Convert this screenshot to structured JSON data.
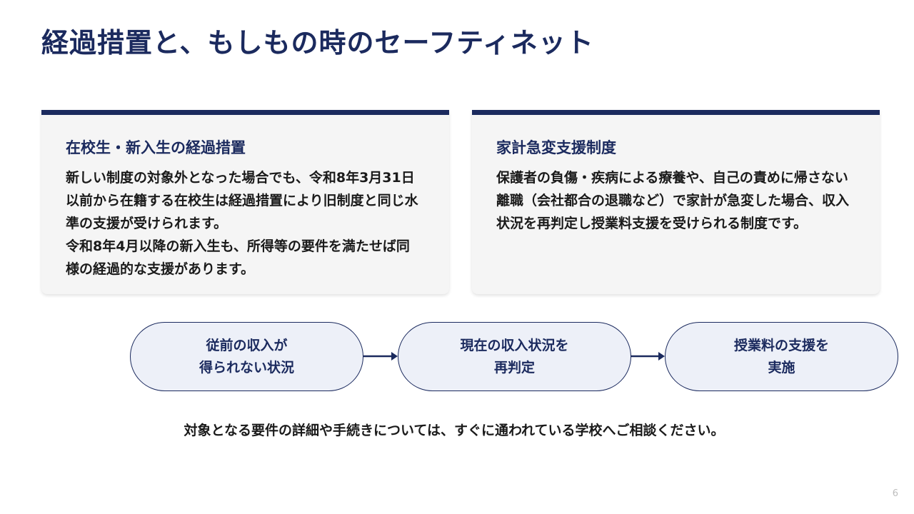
{
  "title": "経過措置と、もしもの時のセーフティネット",
  "cards": [
    {
      "title": "在校生・新入生の経過措置",
      "body": [
        "新しい制度の対象外となった場合でも、令和8年3月31日以前から在籍する在校生は経過措置により旧制度と同じ水準の支援が受けられます。",
        "令和8年4月以降の新入生も、所得等の要件を満たせば同様の経過的な支援があります。"
      ]
    },
    {
      "title": "家計急変支援制度",
      "body": [
        "保護者の負傷・疾病による療養や、自己の責めに帰さない離職（会社都合の退職など）で家計が急変した場合、収入状況を再判定し授業料支援を受けられる制度です。"
      ]
    }
  ],
  "flow": [
    {
      "line1": "従前の収入が",
      "line2": "得られない状況"
    },
    {
      "line1": "現在の収入状況を",
      "line2": "再判定"
    },
    {
      "line1": "授業料の支援を",
      "line2": "実施"
    }
  ],
  "note": "対象となる要件の詳細や手続きについては、すぐに通われている学校へご相談ください。",
  "page_number": "6",
  "colors": {
    "accent": "#1b2a5e",
    "card_bg": "#f5f5f5",
    "pill_bg": "#edf0f8"
  }
}
